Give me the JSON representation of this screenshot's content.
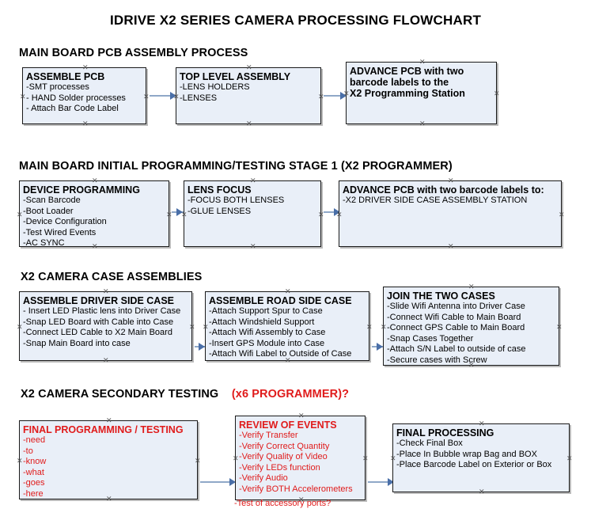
{
  "document": {
    "title": "IDRIVE X2  SERIES CAMERA PROCESSING FLOWCHART"
  },
  "sections": [
    {
      "id": "main-board-pcb-assembly",
      "heading": "MAIN BOARD PCB ASSEMBLY PROCESS",
      "heading_accent": ""
    },
    {
      "id": "main-board-initial-programming",
      "heading": "MAIN BOARD INITIAL PROGRAMMING/TESTING STAGE 1 (X2 PROGRAMMER)",
      "heading_accent": ""
    },
    {
      "id": "x2-camera-case-assemblies",
      "heading": "X2 CAMERA CASE ASSEMBLIES",
      "heading_accent": ""
    },
    {
      "id": "x2-camera-secondary-testing",
      "heading": "X2 CAMERA SECONDARY TESTING",
      "heading_accent": "(x6 PROGRAMMER)?"
    }
  ],
  "boxes": {
    "assemble_pcb": {
      "title": "ASSEMBLE PCB",
      "lines": [
        "-SMT processes",
        "- HAND Solder processes",
        "- Attach Bar Code Label"
      ]
    },
    "top_level_assembly": {
      "title": "TOP LEVEL ASSEMBLY",
      "lines": [
        "-LENS HOLDERS",
        "-LENSES"
      ]
    },
    "advance_pcb_station": {
      "title": "ADVANCE PCB with two",
      "title2": "barcode labels to the",
      "title3": " X2 Programming Station",
      "lines": []
    },
    "device_programming": {
      "title": "DEVICE PROGRAMMING",
      "lines": [
        "-Scan Barcode",
        "-Boot Loader",
        "-Device Configuration",
        "-Test Wired Events",
        "-AC SYNC"
      ]
    },
    "lens_focus": {
      "title": "LENS FOCUS",
      "lines": [
        "-FOCUS BOTH LENSES",
        "-GLUE LENSES"
      ]
    },
    "advance_pcb_driver_case": {
      "title": "ADVANCE PCB with two barcode labels to:",
      "lines": [
        "-X2 DRIVER  SIDE  CASE  ASSEMBLY STATION"
      ]
    },
    "assemble_driver_side_case": {
      "title": "ASSEMBLE DRIVER SIDE CASE",
      "lines": [
        "- Insert LED Plastic lens into Driver Case",
        "-Snap LED Board with Cable into Case",
        "-Connect LED Cable to X2 Main Board",
        "-Snap Main Board into case"
      ]
    },
    "assemble_road_side_case": {
      "title": "ASSEMBLE ROAD SIDE CASE",
      "lines": [
        "-Attach Support Spur to Case",
        "-Attach Windshield Support",
        "-Attach Wifi Assembly to Case",
        "-Insert GPS Module into Case",
        "-Attach Wifi Label to Outside of Case"
      ]
    },
    "join_the_two_cases": {
      "title": "JOIN THE TWO CASES",
      "lines": [
        "-Slide Wifi Antenna into Driver Case",
        "-Connect Wifi Cable to Main Board",
        "-Connect GPS Cable to Main Board",
        "-Snap Cases Together",
        "-Attach S/N Label to outside of case",
        "-Secure cases with Screw"
      ]
    },
    "final_programming_testing": {
      "title": "FINAL PROGRAMMING / TESTING",
      "lines": [
        "-need",
        "-to",
        "-know",
        "-what",
        "-goes",
        "-here"
      ]
    },
    "review_of_events": {
      "title": "REVIEW OF EVENTS",
      "lines": [
        "-Verify Transfer",
        "-Verify Correct Quantity",
        "-Verify Quality of Video",
        "-Verify LEDs function",
        "-Verify Audio",
        "-Verify BOTH Accelerometers"
      ],
      "overflow_line": "-Test of accessory ports?"
    },
    "final_processing": {
      "title": "FINAL PROCESSING",
      "lines": [
        " -Check Final Box",
        "-Place In Bubble wrap Bag and BOX",
        "-Place Barcode Label on Exterior or Box"
      ]
    }
  },
  "colors": {
    "box_fill": "#e9eff8",
    "box_border": "#1a1a1a",
    "connector": "#8fa8c8",
    "arrow_head": "#4a6fa8",
    "accent_red": "#e01b1b",
    "text": "#000000"
  }
}
